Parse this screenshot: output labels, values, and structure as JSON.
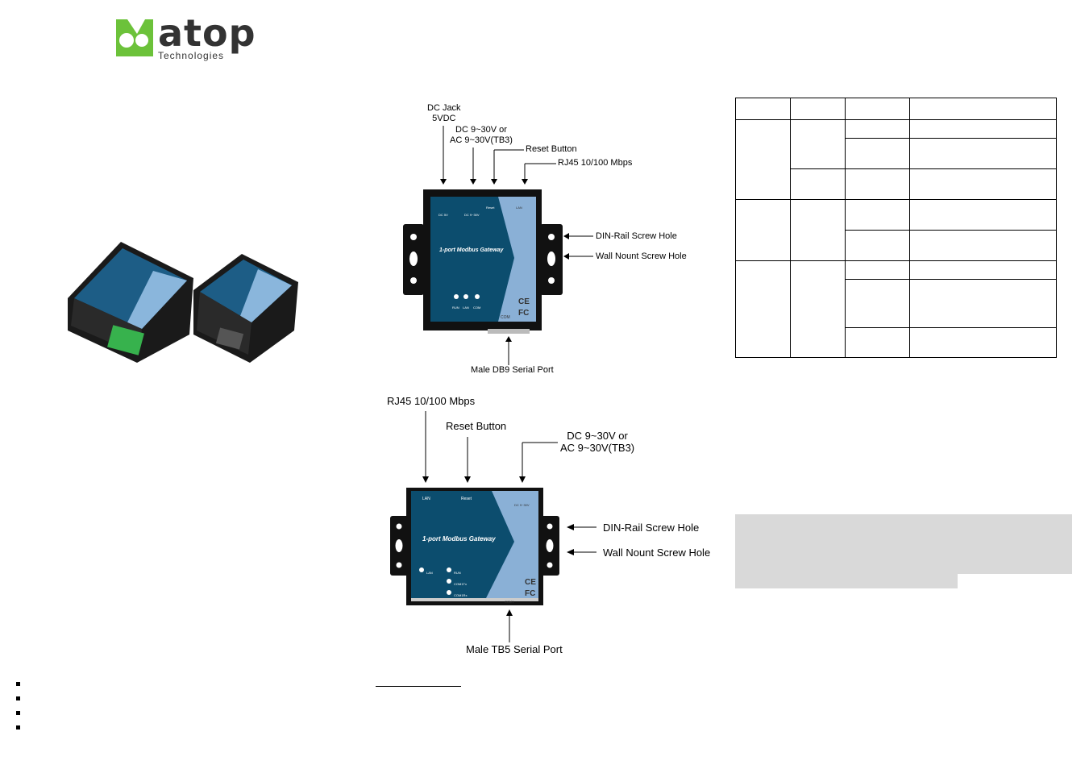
{
  "logo": {
    "word": "atop",
    "sub": "Technologies",
    "color_green": "#6cc23a",
    "color_text": "#333333"
  },
  "top_diagram": {
    "device_title": "1-port Modbus Gateway",
    "panel_labels": {
      "dc5v": "DC 5V",
      "dc930": "DC 9~30V",
      "reset": "Reset",
      "lan": "LAN",
      "com": "COM"
    },
    "led_labels": [
      "RUN",
      "LAN",
      "COM"
    ],
    "callouts": {
      "dc_jack": "DC Jack\n5VDC",
      "dc_ac": "DC 9~30V or\nAC 9~30V(TB3)",
      "reset": "Reset Button",
      "rj45": "RJ45 10/100 Mbps",
      "din": "DIN-Rail Screw Hole",
      "wall": "Wall Nount Screw Hole",
      "serial": "Male DB9 Serial Port"
    }
  },
  "bottom_diagram": {
    "device_title": "1-port Modbus Gateway",
    "panel_labels": {
      "lan": "LAN",
      "reset": "Reset",
      "dc930": "DC 9~30V",
      "com": "COM1"
    },
    "led_labels": [
      "LAN",
      "RUN",
      "COM1Tx",
      "COM1Rx"
    ],
    "callouts": {
      "rj45": "RJ45 10/100 Mbps",
      "reset": "Reset Button",
      "dc_ac": "DC 9~30V or\nAC 9~30V(TB3)",
      "din": "DIN-Rail Screw Hole",
      "wall": "Wall Nount Screw Hole",
      "serial": "Male  TB5 Serial Port"
    }
  },
  "colors": {
    "device_blue": "#0c4d6e",
    "device_light": "#8ab0d6",
    "frame": "#111111",
    "grey_box": "#d9d9d9"
  }
}
